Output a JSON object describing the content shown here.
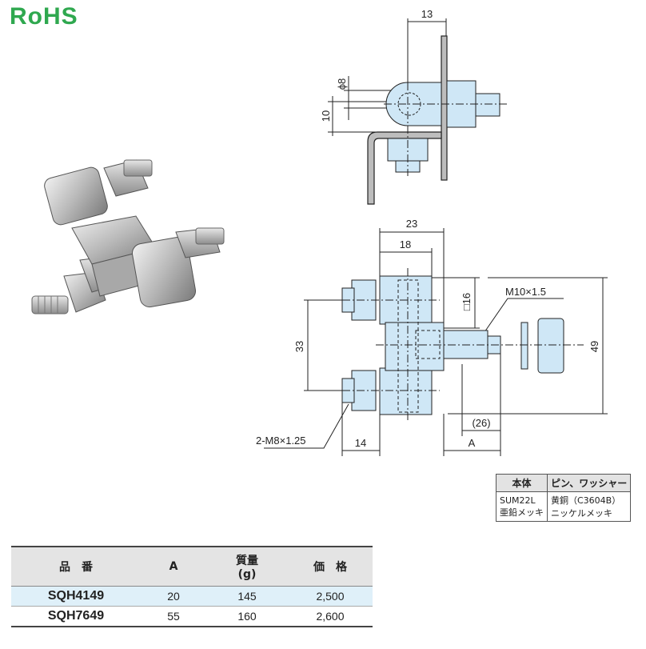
{
  "logo": {
    "text": "RoHS"
  },
  "top_view": {
    "dims": {
      "width_13": "13",
      "dia_8": "ϕ8",
      "height_10": "10"
    }
  },
  "front_view": {
    "dims": {
      "d23": "23",
      "d18": "18",
      "d16": "□16",
      "thread_main": "M10×1.5",
      "d33": "33",
      "d49": "49",
      "d26": "(26)",
      "d14": "14",
      "dA": "A",
      "thread_bolt": "2-M8×1.25"
    }
  },
  "materials": {
    "headers": [
      "本体",
      "ピン、ワッシャー"
    ],
    "cells": [
      [
        "SUM22L",
        "亜鉛メッキ"
      ],
      [
        "黄銅（C3604B）",
        "ニッケルメッキ"
      ]
    ]
  },
  "specs": {
    "headers": {
      "name": "品　番",
      "a": "A",
      "weight": "質量\n(g)",
      "price": "価　格"
    },
    "rows": [
      {
        "name": "SQH4149",
        "a": "20",
        "weight": "145",
        "price": "2,500"
      },
      {
        "name": "SQH7649",
        "a": "55",
        "weight": "160",
        "price": "2,600"
      }
    ]
  },
  "colors": {
    "part_fill": "#cfe7f6",
    "logo_green": "#2fa84f"
  }
}
